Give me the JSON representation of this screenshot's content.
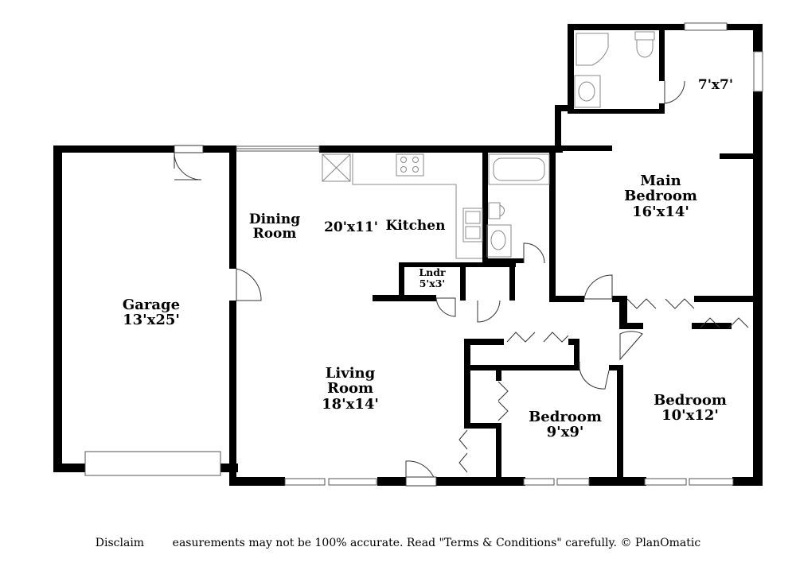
{
  "rooms": {
    "garage": {
      "name": "Garage",
      "size": "13'x25'"
    },
    "dining": {
      "name_line1": "Dining",
      "name_line2": "Room"
    },
    "kitchen": {
      "size": "20'x11'",
      "name": "Kitchen"
    },
    "laundry": {
      "name": "Lndr",
      "size": "5'x3'"
    },
    "living": {
      "name_line1": "Living",
      "name_line2": "Room",
      "size": "18'x14'"
    },
    "bath": {
      "size": "7'x7'"
    },
    "main_bedroom": {
      "name_line1": "Main",
      "name_line2": "Bedroom",
      "size": "16'x14'"
    },
    "bedroom_small": {
      "name": "Bedroom",
      "size": "9'x9'"
    },
    "bedroom_right": {
      "name": "Bedroom",
      "size": "10'x12'"
    }
  },
  "disclaimer": "Disclaim        easurements may not be 100% accurate. Read \"Terms & Conditions\" carefully. © PlanOmatic",
  "colors": {
    "wall": "#000000",
    "fixture": "#888888",
    "background": "#ffffff"
  }
}
